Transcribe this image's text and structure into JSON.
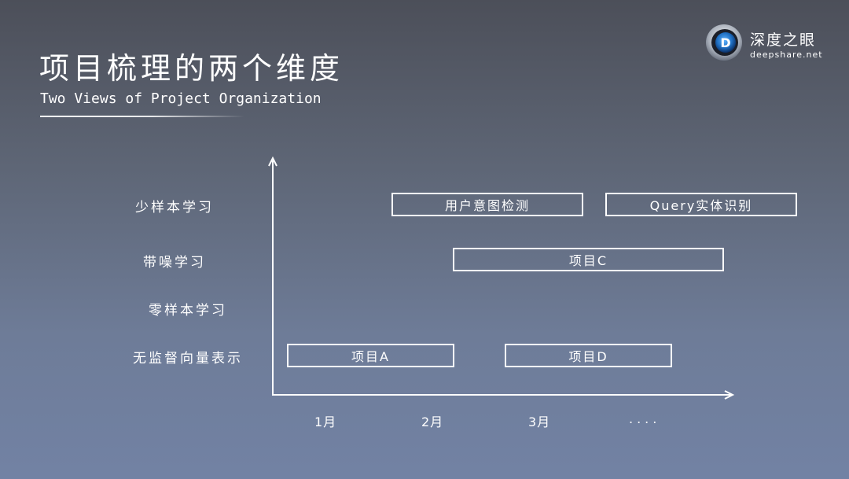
{
  "header": {
    "title_zh": "项目梳理的两个维度",
    "title_en": "Two Views of Project Organization"
  },
  "logo": {
    "name": "深度之眼",
    "url": "deepshare.net",
    "mark_letter": "D",
    "icon": "eye-logo-icon"
  },
  "diagram": {
    "rows": [
      {
        "label": "少样本学习"
      },
      {
        "label": "带噪学习"
      },
      {
        "label": "零样本学习"
      },
      {
        "label": "无监督向量表示"
      }
    ],
    "time_ticks": [
      "1月",
      "2月",
      "3月",
      "...."
    ],
    "tasks": [
      {
        "label": "用户意图检测",
        "row": "少样本学习"
      },
      {
        "label": "Query实体识别",
        "row": "少样本学习"
      },
      {
        "label": "项目C",
        "row": "带噪学习"
      },
      {
        "label": "项目A",
        "row": "无监督向量表示"
      },
      {
        "label": "项目D",
        "row": "无监督向量表示"
      }
    ]
  },
  "colors": {
    "background_top": "#4c4f59",
    "background_bottom": "#7282a4",
    "foreground": "#ffffff"
  }
}
